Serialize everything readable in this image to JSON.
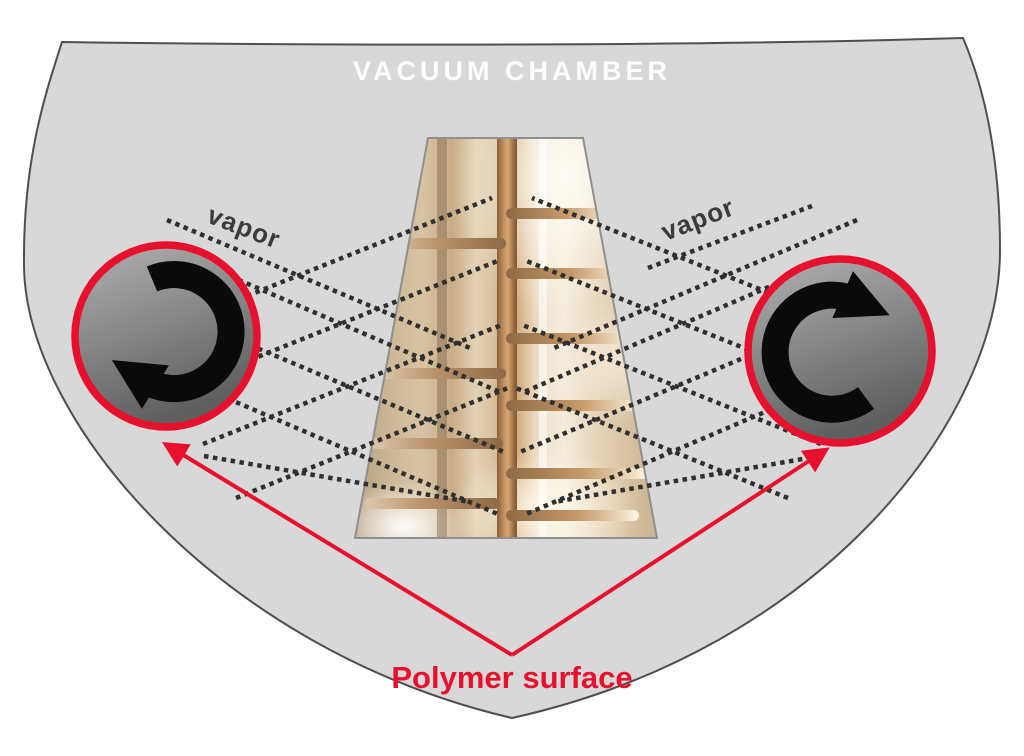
{
  "diagram": {
    "title": "VACUUM CHAMBER",
    "vapor_label_left": "vapor",
    "vapor_label_right": "vapor",
    "polymer_surface_label": "Polymer surface",
    "rolls": [
      {
        "side": "left",
        "rotation": "clockwise",
        "ring_color": "#e8112d"
      },
      {
        "side": "right",
        "rotation": "clockwise",
        "ring_color": "#e8112d"
      }
    ],
    "colors": {
      "chamber_fill": "#d8d8d8",
      "chamber_outline": "#4f4f4f",
      "accent_red": "#e8112d",
      "vapor_dot": "#2f2f2f",
      "title_text": "#fdfdfd",
      "vapor_text": "#3b3b3b",
      "rotation_arrow": "#0a0a0a"
    }
  }
}
